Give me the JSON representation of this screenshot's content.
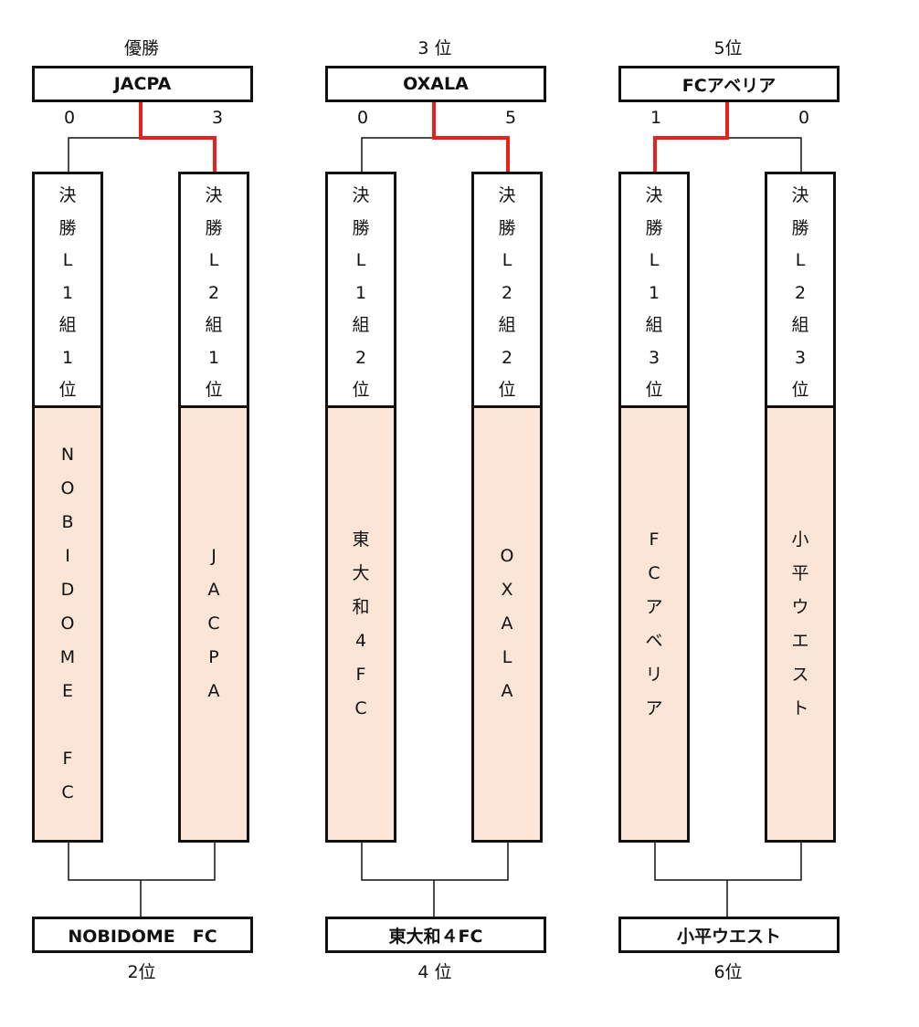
{
  "matches": [
    {
      "winner_rank": "優勝",
      "winner": "JACPA",
      "score_left": "0",
      "score_right": "3",
      "left_seed": [
        "決",
        "勝",
        "L",
        "1",
        "組",
        "1",
        "位"
      ],
      "right_seed": [
        "決",
        "勝",
        "L",
        "2",
        "組",
        "1",
        "位"
      ],
      "left_team": [
        "N",
        "O",
        "B",
        "I",
        "D",
        "O",
        "M",
        "E",
        "",
        "F",
        "C"
      ],
      "right_team": [
        "J",
        "A",
        "C",
        "P",
        "A"
      ],
      "loser": "NOBIDOME　FC",
      "loser_rank": "2位",
      "winning_side": "right"
    },
    {
      "winner_rank": "3 位",
      "winner": "OXALA",
      "score_left": "0",
      "score_right": "5",
      "left_seed": [
        "決",
        "勝",
        "L",
        "1",
        "組",
        "2",
        "位"
      ],
      "right_seed": [
        "決",
        "勝",
        "L",
        "2",
        "組",
        "2",
        "位"
      ],
      "left_team": [
        "東",
        "大",
        "和",
        "4",
        "F",
        "C"
      ],
      "right_team": [
        "O",
        "X",
        "A",
        "L",
        "A"
      ],
      "loser": "東大和４FC",
      "loser_rank": "4 位",
      "winning_side": "right"
    },
    {
      "winner_rank": "5位",
      "winner": "FCアベリア",
      "score_left": "1",
      "score_right": "0",
      "left_seed": [
        "決",
        "勝",
        "L",
        "1",
        "組",
        "3",
        "位"
      ],
      "right_seed": [
        "決",
        "勝",
        "L",
        "2",
        "組",
        "3",
        "位"
      ],
      "left_team": [
        "F",
        "C",
        "ア",
        "ベ",
        "リ",
        "ア"
      ],
      "right_team": [
        "小",
        "平",
        "ウ",
        "エ",
        "ス",
        "ト"
      ],
      "loser": "小平ウエスト",
      "loser_rank": "6位",
      "winning_side": "left"
    }
  ],
  "colors": {
    "winner_line": "#e8211e",
    "team_fill": "#fbe5d6",
    "border": "#111111"
  }
}
